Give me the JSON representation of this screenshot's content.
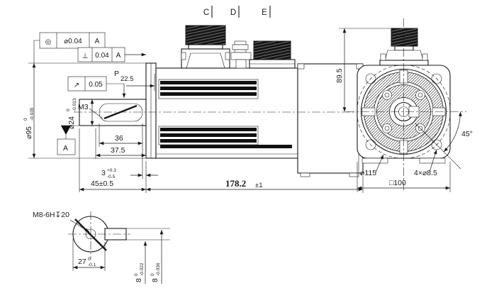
{
  "ink": "#1a1a1a",
  "drawing_texts": {
    "sections": {
      "c": "C",
      "d": "D",
      "e": "E"
    },
    "fcf1": {
      "symbol": "◎",
      "tol": "⌀0.04",
      "datum": "A"
    },
    "fcf2": {
      "symbol": "⊥",
      "tol": "0.04",
      "datum": "A"
    },
    "fcf3": {
      "symbol": "↗",
      "tol": "0.05"
    },
    "datum_a": "A",
    "p": "P",
    "d22_5": "22.5",
    "m3": "M3",
    "d95": {
      "v": "⌀95",
      "hi": "0",
      "lo": "-0.035"
    },
    "d24": {
      "v": "⌀24",
      "hi": "0",
      "lo": "-0.013"
    },
    "d36": "36",
    "d37_5": "37.5",
    "d3": {
      "v": "3",
      "hi": "+0.3",
      "lo": "-0.5"
    },
    "d45": "45±0.5",
    "d178": {
      "v": "178.2",
      "tol": "±1"
    },
    "d89_5": "89.5",
    "deg45": "45°",
    "d115": "⌀115",
    "d8_5": "4×⌀8.5",
    "sq100": "□100",
    "m8": "M8-6H↧20",
    "d27": {
      "v": "27",
      "hi": "0",
      "lo": "-0.1"
    },
    "d8a": {
      "v": "8",
      "hi": "0",
      "lo": "-0.022"
    },
    "d8b": {
      "v": "8",
      "hi": "0",
      "lo": "-0.036"
    }
  }
}
